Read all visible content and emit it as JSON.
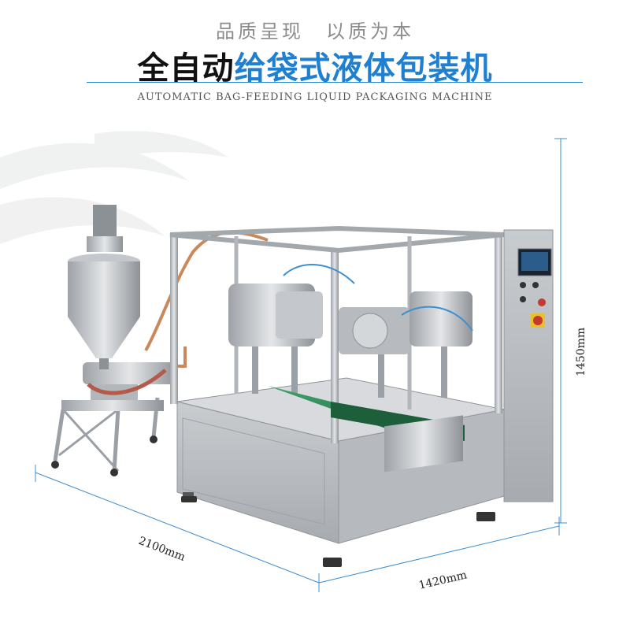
{
  "header": {
    "tagline_left": "品质呈现",
    "tagline_right": "以质为本",
    "title_dark": "全自动",
    "title_blue": "给袋式液体包装机",
    "subtitle": "AUTOMATIC BAG-FEEDING LIQUID  PACKAGING MACHINE"
  },
  "dimensions": {
    "length": "2100mm",
    "width": "1420mm",
    "height": "1450mm"
  },
  "colors": {
    "accent_blue": "#1f7fd0",
    "conveyor_green": "#2e8b57",
    "steel": "#b9bcc0"
  }
}
